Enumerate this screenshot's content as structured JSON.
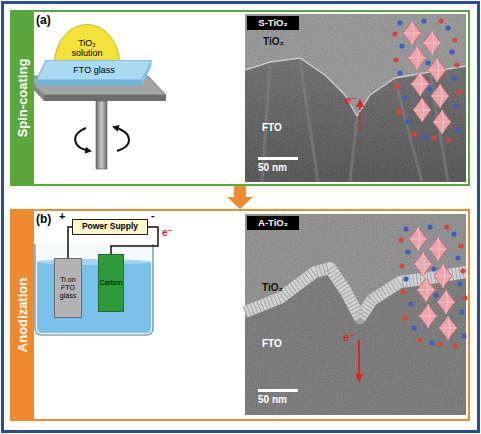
{
  "diagram": {
    "nodes": [
      {
        "text": [
          "Spin-coating",
          "(a)"
        ]
      },
      {
        "text": [
          "TiO₂ solution"
        ],
        "in": 0
      },
      {
        "text": [
          "FTO glass"
        ],
        "in": 0
      },
      {
        "text": [
          "TiO₂",
          "FTO",
          "e⁻",
          "50 nm"
        ],
        "in": 0
      },
      {
        "text": [
          "S-TiO₂"
        ],
        "in": 3
      },
      {
        "text": [
          "Anodization",
          "(b)"
        ]
      },
      {
        "text": [
          "Power Supply"
        ],
        "in": 5
      },
      {
        "text": [
          "Ti on FTO glass"
        ],
        "in": 5
      },
      {
        "text": [
          "Carbon"
        ],
        "in": 5
      },
      {
        "text": [
          "TiO₂",
          "FTO",
          "e⁻",
          "50 nm"
        ],
        "in": 5
      },
      {
        "text": [
          "A-TiO₂"
        ],
        "in": 9
      }
    ],
    "edges": [
      {
        "from": 0,
        "to": 5,
        "arrow": "to"
      },
      {
        "from": 6,
        "to": 7,
        "arrow": "none"
      },
      {
        "from": 6,
        "to": 8,
        "arrow": "none"
      }
    ],
    "labels": [
      "+",
      "-",
      "e⁻"
    ]
  }
}
